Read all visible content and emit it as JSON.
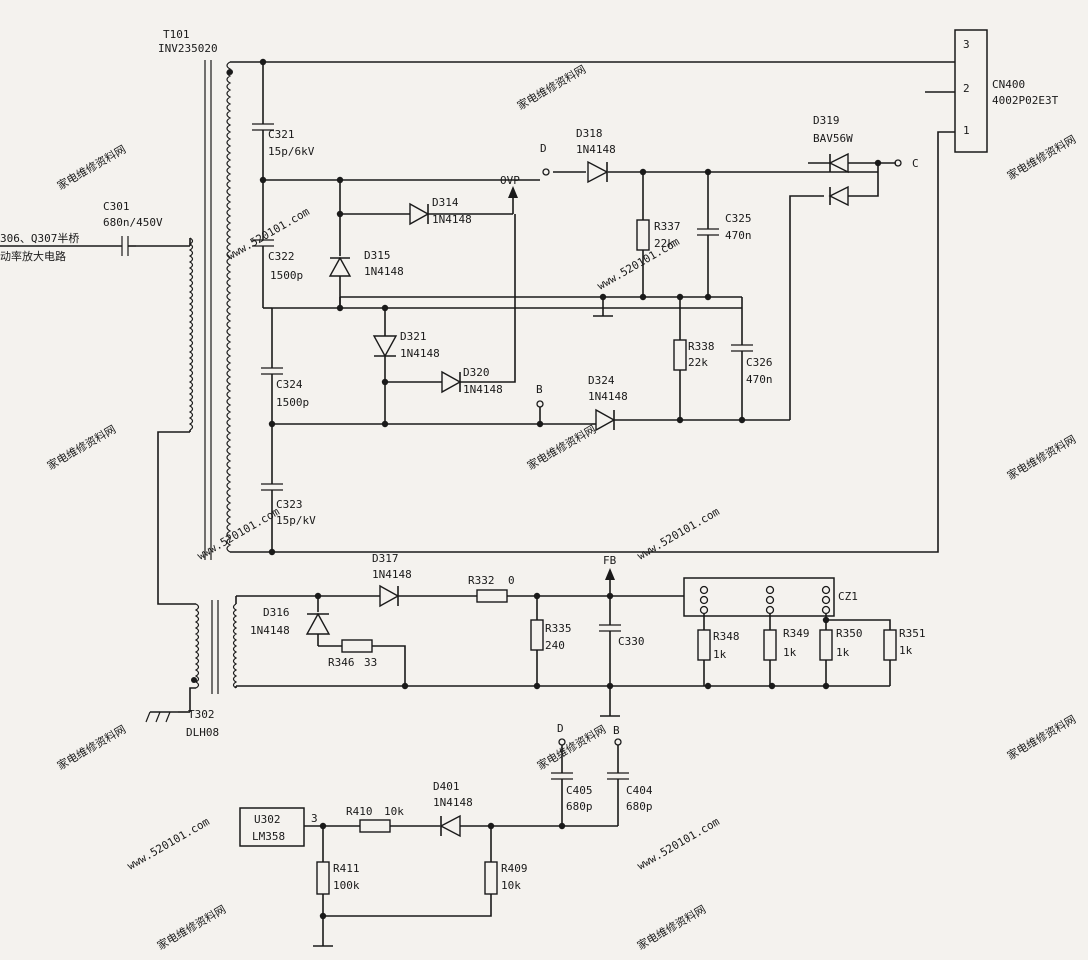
{
  "transformer_main": {
    "ref": "T101",
    "part": "INV235020"
  },
  "transformer_fb": {
    "ref": "T302",
    "part": "DLH08"
  },
  "input_cap": {
    "ref": "C301",
    "value": "680n/450V"
  },
  "input_note": {
    "line1": "306、Q307半桥",
    "line2": "动率放大电路"
  },
  "connector": {
    "ref": "CN400",
    "part": "4002P02E3T",
    "pins": [
      "3",
      "2",
      "1"
    ]
  },
  "nodes": {
    "d": "D",
    "c": "C",
    "b": "B",
    "ovp": "OVP",
    "fb": "FB"
  },
  "ic": {
    "ref": "U302",
    "part": "LM358",
    "pin": "3"
  },
  "jumper": {
    "ref": "CZ1"
  },
  "components": [
    {
      "ref": "C321",
      "value": "15p/6kV"
    },
    {
      "ref": "C322",
      "value": "1500p"
    },
    {
      "ref": "C324",
      "value": "1500p"
    },
    {
      "ref": "C323",
      "value": "15p/kV"
    },
    {
      "ref": "D314",
      "value": "1N4148"
    },
    {
      "ref": "D315",
      "value": "1N4148"
    },
    {
      "ref": "D321",
      "value": "1N4148"
    },
    {
      "ref": "D320",
      "value": "1N4148"
    },
    {
      "ref": "D318",
      "value": "1N4148"
    },
    {
      "ref": "R337",
      "value": "22k"
    },
    {
      "ref": "C325",
      "value": "470n"
    },
    {
      "ref": "D319",
      "value": "BAV56W"
    },
    {
      "ref": "R338",
      "value": "22k"
    },
    {
      "ref": "C326",
      "value": "470n"
    },
    {
      "ref": "D324",
      "value": "1N4148"
    },
    {
      "ref": "D317",
      "value": "1N4148"
    },
    {
      "ref": "R332",
      "value": "0"
    },
    {
      "ref": "D316",
      "value": "1N4148"
    },
    {
      "ref": "R346",
      "value": "33"
    },
    {
      "ref": "R335",
      "value": "240"
    },
    {
      "ref": "C330",
      "value": ""
    },
    {
      "ref": "R348",
      "value": "1k"
    },
    {
      "ref": "R349",
      "value": "1k"
    },
    {
      "ref": "R350",
      "value": "1k"
    },
    {
      "ref": "R351",
      "value": "1k"
    },
    {
      "ref": "C405",
      "value": "680p"
    },
    {
      "ref": "C404",
      "value": "680p"
    },
    {
      "ref": "R410",
      "value": "10k"
    },
    {
      "ref": "D401",
      "value": "1N4148"
    },
    {
      "ref": "R411",
      "value": "100k"
    },
    {
      "ref": "R409",
      "value": "10k"
    }
  ],
  "watermark": {
    "cn": "家电维修资料网",
    "url": "www.520101.com"
  }
}
